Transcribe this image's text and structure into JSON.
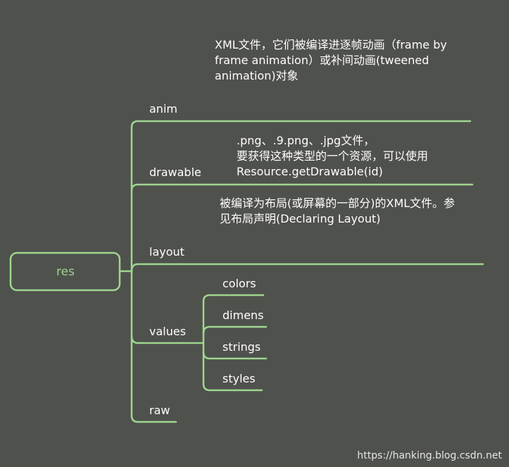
{
  "root": {
    "label": "res"
  },
  "branches": [
    {
      "label": "anim",
      "note": [
        "XML文件，它们被编译进逐帧动画（frame by",
        "frame animation）或补间动画(tweened",
        "animation)对象"
      ]
    },
    {
      "label": "drawable",
      "note": [
        ".png、.9.png、.jpg文件，",
        "要获得这种类型的一个资源，可以使用",
        "Resource.getDrawable(id)"
      ]
    },
    {
      "label": "layout",
      "note": [
        "被编译为布局(或屏幕的一部分)的XML文件。参",
        "见布局声明(Declaring Layout)"
      ]
    },
    {
      "label": "values",
      "children": [
        "colors",
        "dimens",
        "strings",
        "styles"
      ]
    },
    {
      "label": "raw"
    }
  ],
  "watermark": "https://hanking.blog.csdn.net",
  "colors": {
    "background": "#4f514d",
    "line": "#9fd68e",
    "text": "#ffffff"
  }
}
